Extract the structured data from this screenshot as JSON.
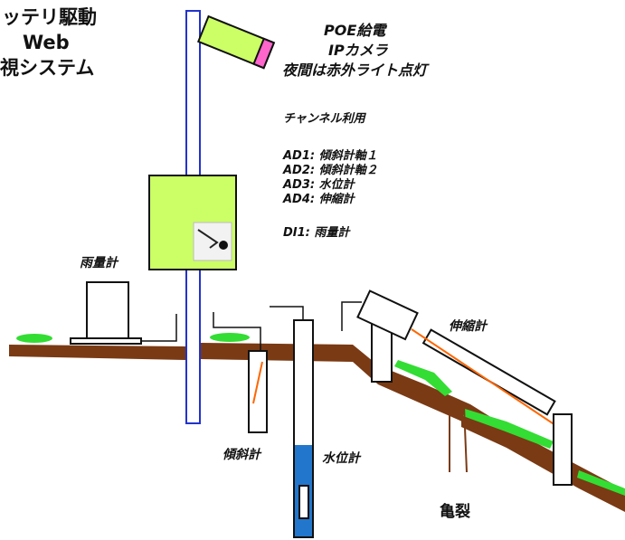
{
  "title": {
    "line1": "ッテリ駆動",
    "line2": "Web",
    "line3": "視システム"
  },
  "camera_note": {
    "line1": "POE給電",
    "line2": "IPカメラ",
    "line3": "夜間は赤外ライト点灯"
  },
  "channels": {
    "heading": "チャンネル利用",
    "ad1": "AD1: 傾斜計軸１",
    "ad2": "AD2: 傾斜計軸２",
    "ad3": "AD3: 水位計",
    "ad4": "AD4: 伸縮計",
    "di1": "DI1: 雨量計"
  },
  "labels": {
    "rain_gauge": "雨量計",
    "extensometer": "伸縮計",
    "inclinometer": "傾斜計",
    "water_level": "水位計",
    "crack": "亀裂"
  },
  "colors": {
    "soil": "#7a3a14",
    "grass": "#33dd33",
    "logger_box": "#ccff66",
    "camera_body": "#ccff66",
    "camera_tip": "#ff66cc",
    "pole": "#2233cc",
    "water": "#2277cc",
    "wire": "#ff6600"
  }
}
